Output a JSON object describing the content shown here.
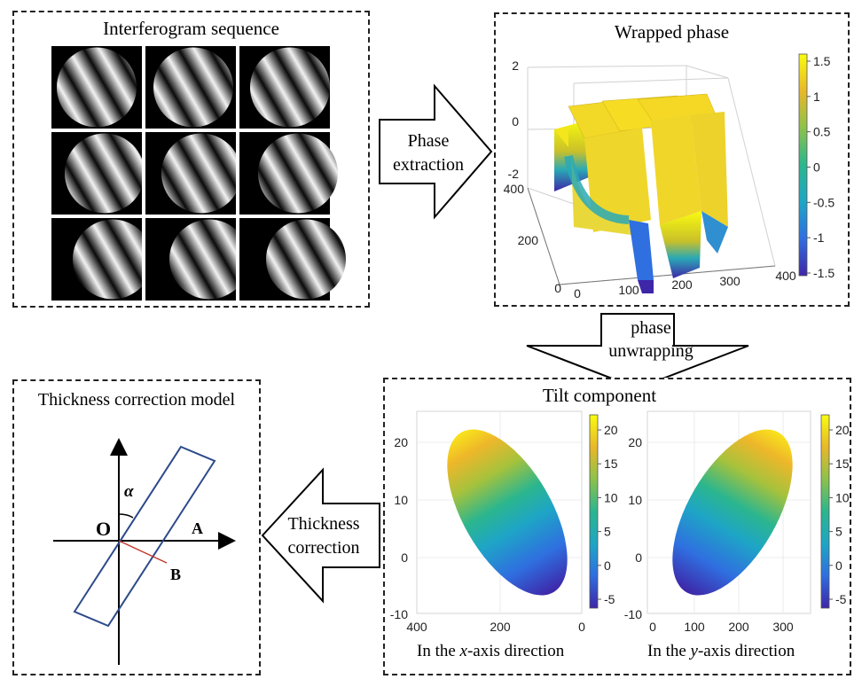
{
  "interferogram_panel": {
    "title": "Interferogram sequence"
  },
  "arrow_phase_extraction": {
    "line1": "Phase",
    "line2": "extraction"
  },
  "wrapped_phase_panel": {
    "title": "Wrapped phase",
    "z_ticks": [
      "2",
      "0",
      "-2"
    ],
    "y_ticks": [
      "400",
      "200",
      "0"
    ],
    "x_ticks": [
      "0",
      "100",
      "200",
      "300",
      "400"
    ],
    "colorbar_ticks": [
      "1.5",
      "1",
      "0.5",
      "0",
      "-0.5",
      "-1",
      "-1.5"
    ]
  },
  "arrow_phase_unwrapping": {
    "line1": "phase",
    "line2": "unwrapping"
  },
  "tilt_panel": {
    "title": "Tilt component",
    "left_plot": {
      "y_ticks": [
        "20",
        "10",
        "0",
        "-10"
      ],
      "x_ticks": [
        "400",
        "200",
        "0"
      ],
      "colorbar_ticks": [
        "20",
        "15",
        "10",
        "5",
        "0",
        "-5"
      ],
      "caption_pre": "In the ",
      "caption_axis": "x",
      "caption_post": "-axis direction"
    },
    "right_plot": {
      "y_ticks": [
        "20",
        "10",
        "0",
        "-10"
      ],
      "x_ticks": [
        "0",
        "100",
        "200",
        "300"
      ],
      "colorbar_ticks": [
        "20",
        "15",
        "10",
        "5",
        "0",
        "-5"
      ],
      "caption_pre": "In the ",
      "caption_axis": "y",
      "caption_post": "-axis direction"
    }
  },
  "arrow_thickness_correction": {
    "line1": "Thickness",
    "line2": "correction"
  },
  "thickness_model_panel": {
    "title": "Thickness correction model",
    "label_alpha": "α",
    "label_o": "O",
    "label_a": "A",
    "label_b": "B"
  },
  "colors": {
    "colormap": [
      "#3e26a8",
      "#2f7bd6",
      "#1fa6c4",
      "#2fb792",
      "#8fc14a",
      "#e3b629",
      "#f9fb0e"
    ],
    "model_rect": "#2c4a8a",
    "model_segment": "#c0392b"
  }
}
